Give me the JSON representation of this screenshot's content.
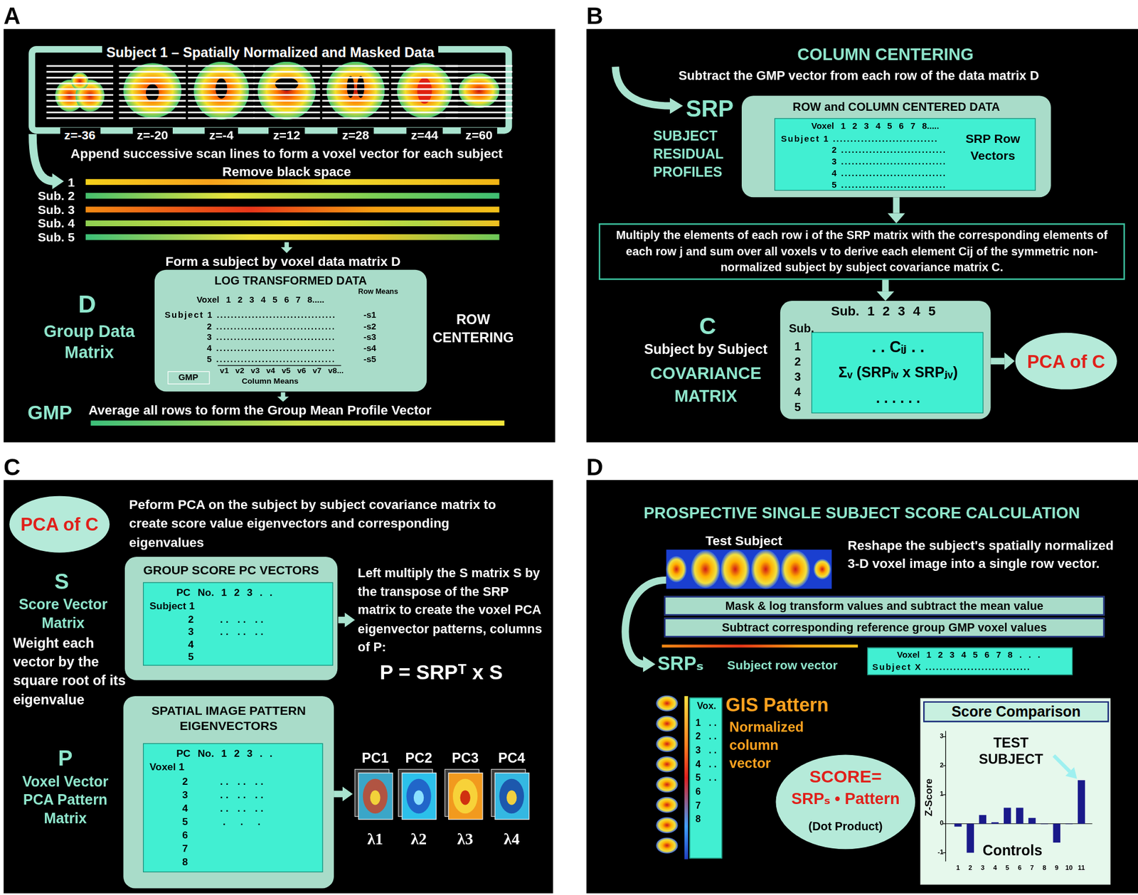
{
  "diagram": {
    "nodes": [
      {
        "text": [
          "A"
        ]
      },
      {
        "text": [
          "Subject 1 – Spatially Normalized and Masked Data"
        ],
        "in": 0
      },
      {
        "text": [
          "LOG TRANSFORMED DATA",
          "Voxel 1 2 3 4 5 6 7 8.....",
          "Row Means",
          "Subject 1 ..................................",
          "2 ..................................",
          "3 ..................................",
          "4 ..................................",
          "5 ..................................",
          "-s1",
          "-s2",
          "-s3",
          "-s4",
          "-s5",
          "v1 v2 v3 v4 v5 v6 v7 v8...",
          "Column Means"
        ],
        "in": 0
      },
      {
        "text": [
          "GMP"
        ],
        "in": 2
      },
      {
        "text": [
          "B"
        ]
      },
      {
        "text": [
          "ROW and COLUMN CENTERED DATA"
        ],
        "in": 4
      },
      {
        "text": [
          "Voxel 1 2 3 4 5 6 7 8.....",
          "Subject 1 ..............................",
          "2 ..............................",
          "3 ..............................",
          "4 ..............................",
          "5 ..............................",
          "SRP Row Vectors"
        ],
        "in": 5
      },
      {
        "text": [
          "Multiply the elements of each row i of the SRP matrix with the corresponding elements of each row j and sum over all voxels v to derive each element Cij of the symmetric non-normalized subject by subject covariance matrix C."
        ],
        "in": 4
      },
      {
        "text": [
          "Sub. 1 2 3 4 5",
          "Sub.",
          "1 2 3 4 5"
        ],
        "in": 4
      },
      {
        "text": [
          ". . Cᵢⱼ . .",
          "Σᵥ (SRPᵢᵥ x SRPⱼᵥ)",
          ". . . . . ."
        ],
        "in": 8
      },
      {
        "text": [
          "PCA of C"
        ],
        "in": 4
      },
      {
        "text": [
          "C"
        ]
      },
      {
        "text": [
          "PCA of C"
        ],
        "in": 11
      },
      {
        "text": [
          "GROUP SCORE PC VECTORS"
        ],
        "in": 11
      },
      {
        "text": [
          "PC No. 1 2 3 . .",
          "Subject 1",
          "2 3 4 5",
          ". . . .",
          ". . . .",
          ". . . ."
        ],
        "in": 13
      },
      {
        "text": [
          "SPATIAL IMAGE PATTERN EIGENVECTORS"
        ],
        "in": 11
      },
      {
        "text": [
          "PC No. 1 2 3 . .",
          "Voxel 1",
          "2 3 4 5 6 7 8",
          ". . . . . . .",
          ". . . . . . .",
          ". . . . . . ."
        ],
        "in": 15
      },
      {
        "text": [
          "D"
        ]
      },
      {
        "text": [
          "Mask & log transform values and subtract the mean value"
        ],
        "in": 17
      },
      {
        "text": [
          "Subtract corresponding reference group GMP voxel values"
        ],
        "in": 17
      },
      {
        "text": [
          "Voxel 1 2 3 4 5 6 7 8 . . .",
          "Subject X .............................."
        ],
        "in": 17
      },
      {
        "text": [
          "Vox.",
          "1 2 3 4 5 6 7 8",
          ". . . . . . . . . ."
        ],
        "in": 17
      },
      {
        "text": [
          "SCORE=",
          "SRPₛ • Pattern",
          "(Dot Product)"
        ],
        "in": 17
      },
      {
        "text": [
          "Score Comparison"
        ],
        "in": 17
      }
    ],
    "edges": [
      {
        "from": 5,
        "to": 7,
        "arrow": "to"
      },
      {
        "from": 7,
        "to": 8,
        "arrow": "to"
      },
      {
        "from": 8,
        "to": 10,
        "arrow": "to"
      }
    ],
    "labels": [
      "z=-36",
      "z=-20",
      "z=-4",
      "z=12",
      "z=28",
      "z=44",
      "z=60",
      "Append successive scan lines to form a voxel vector for each subject",
      "Remove black space",
      "1",
      "Sub. 2",
      "Sub. 3",
      "Sub. 4",
      "Sub. 5",
      "Form a subject by voxel data matrix D",
      "D",
      "Group Data Matrix",
      "ROW CENTERING",
      "GMP",
      "Average all rows to form the Group Mean Profile Vector",
      "COLUMN CENTERING",
      "Subtract the GMP vector from each row of the data matrix D",
      "SRP",
      "SUBJECT RESIDUAL PROFILES",
      "C",
      "Subject by Subject",
      "COVARIANCE MATRIX",
      "Peform PCA on the subject by subject covariance matrix to create score value eigenvectors and corresponding eigenvalues",
      "S",
      "Score Vector Matrix",
      "Weight each vector by the square root of its eigenvalue",
      "Left multiply the S matrix S by the transpose of the SRP matrix to create the voxel PCA eigenvector patterns, columns of P:",
      "P = SRPᵀ x S",
      "P",
      "Voxel Vector PCA Pattern Matrix",
      "PC1",
      "PC2",
      "PC3",
      "PC4",
      "λ1",
      "λ2",
      "λ3",
      "λ4",
      "PROSPECTIVE SINGLE SUBJECT SCORE CALCULATION",
      "Test Subject",
      "Reshape the subject's spatially normalized 3-D voxel image into a single row vector.",
      "SRPₛ",
      "Subject row vector",
      "GIS Pattern",
      "Normalized column vector",
      "TEST SUBJECT",
      "Controls",
      "Z-Score",
      "3",
      "2",
      "1",
      "0",
      "-1",
      "1",
      "2",
      "3",
      "4",
      "5",
      "6",
      "7",
      "8",
      "9",
      "10",
      "11"
    ]
  }
}
